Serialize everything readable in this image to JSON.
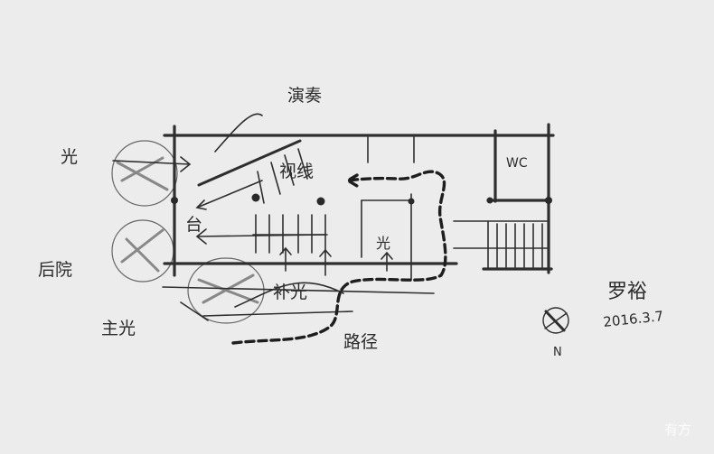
{
  "sketch": {
    "labels": {
      "light_left": "光",
      "performance": "演奏",
      "backyard": "后院",
      "main_light": "主光",
      "fill_light": "补光",
      "path": "路径",
      "sightline": "视线",
      "stage": "台",
      "light_center": "光",
      "wc": "WC"
    },
    "compass_label": "N",
    "signature": "罗裕",
    "date": "2016.3.7"
  },
  "watermark": "有方",
  "colors": {
    "paper": "#ececec",
    "pencil": "#2b2b2b"
  }
}
